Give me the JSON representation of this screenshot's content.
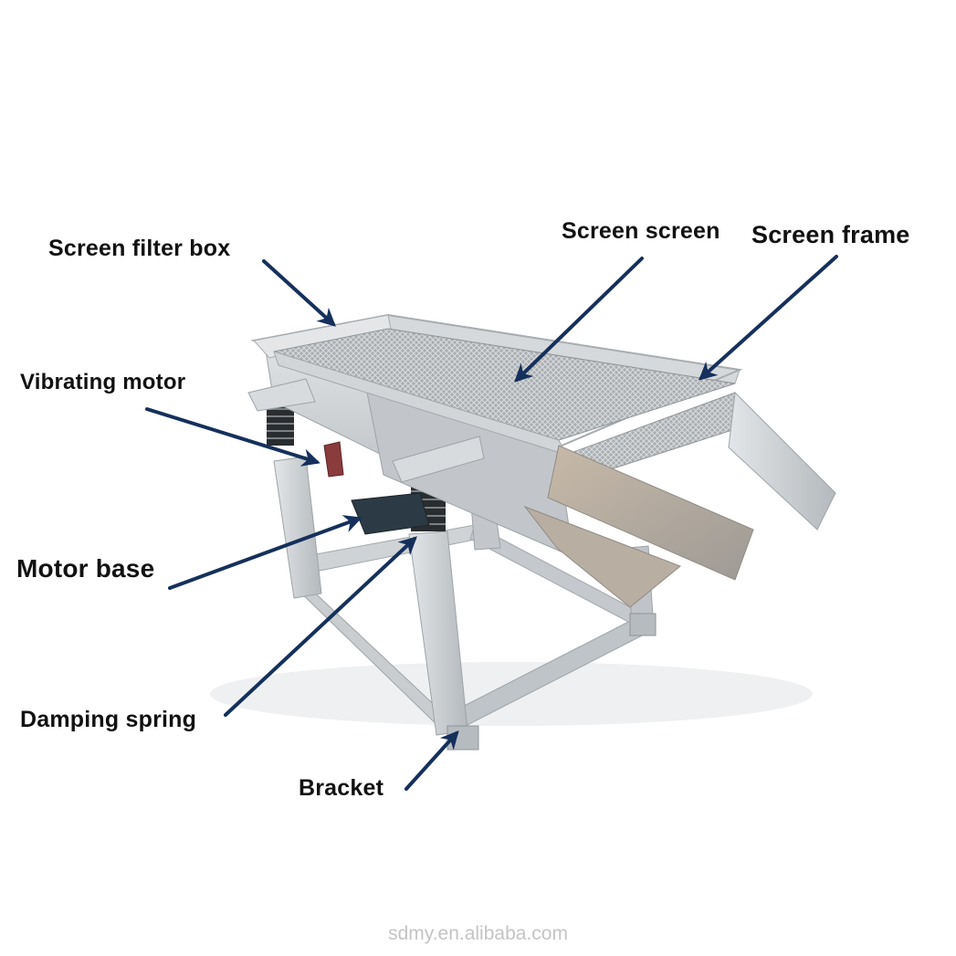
{
  "labels": {
    "screen_filter_box": "Screen filter box",
    "screen_screen": "Screen screen",
    "screen_frame": "Screen frame",
    "vibrating_motor": "Vibrating motor",
    "motor_base": "Motor base",
    "damping_spring": "Damping spring",
    "bracket": "Bracket"
  },
  "watermark": "sdmy.en.alibaba.com",
  "colors": {
    "arrow": "#15305c",
    "label_text": "#111111",
    "steel": "#c9cdd0",
    "background": "#ffffff"
  }
}
